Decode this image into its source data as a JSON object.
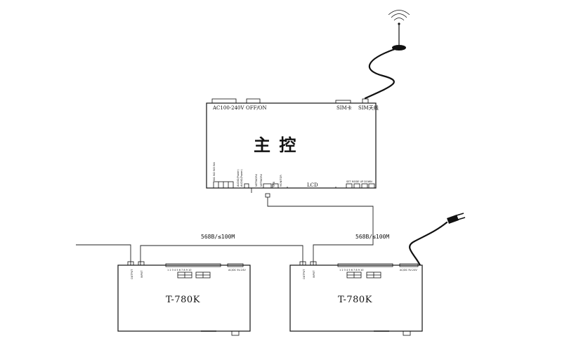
{
  "main_controller": {
    "title": "主  控",
    "labels": {
      "power_input": "AC100-240V",
      "power_switch": "OFF/ON",
      "sim_card": "SIM卡",
      "sim_antenna": "SIM天线",
      "lcd": "LCD"
    }
  },
  "sub_controllers": [
    {
      "model": "T-780K"
    },
    {
      "model": "T-780K"
    }
  ],
  "links": [
    {
      "label": "568B/≤100M"
    },
    {
      "label": "568B/≤100M"
    }
  ]
}
